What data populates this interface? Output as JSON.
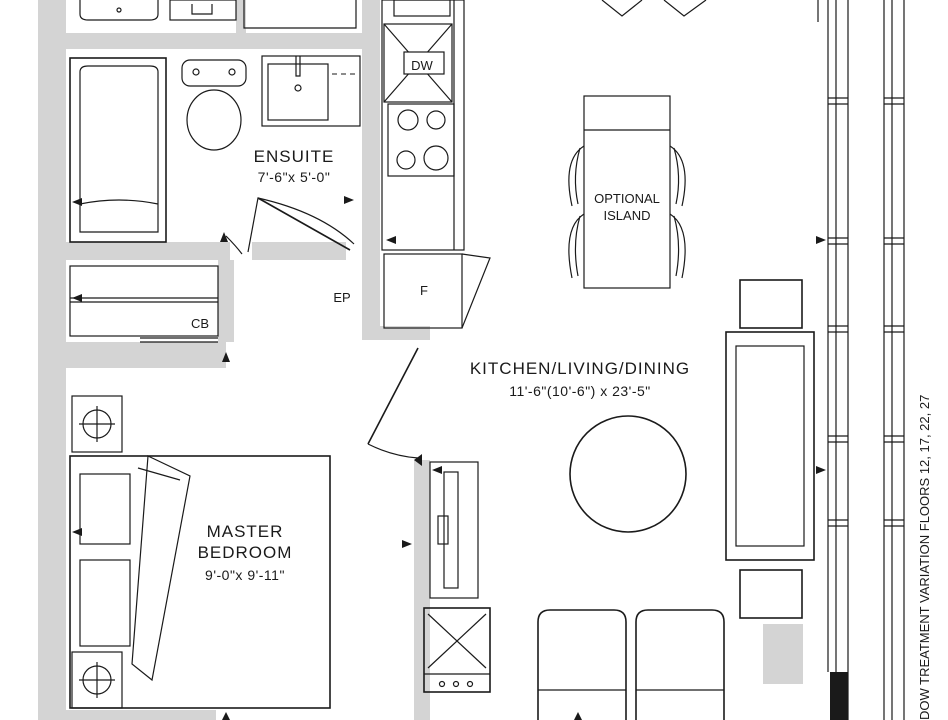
{
  "rooms": {
    "ensuite": {
      "name": "ENSUITE",
      "dims": "7'-6\"x 5'-0\""
    },
    "kitchen": {
      "name": "KITCHEN/LIVING/DINING",
      "dims": "11'-6\"(10'-6\") x 23'-5\""
    },
    "master": {
      "name_line1": "MASTER",
      "name_line2": "BEDROOM",
      "dims": "9'-0\"x 9'-11\""
    }
  },
  "labels": {
    "dishwasher": "DW",
    "fridge": "F",
    "electrical_panel": "EP",
    "closet": "CB",
    "island_line1": "OPTIONAL",
    "island_line2": "ISLAND",
    "window_note": "DOW TREATMENT VARIATION FLOORS  12, 17, 22, 27"
  },
  "colors": {
    "wall": "#d4d4d4",
    "line": "#1a1a1a",
    "background": "#ffffff",
    "accent_block": "#1a1a1a"
  }
}
